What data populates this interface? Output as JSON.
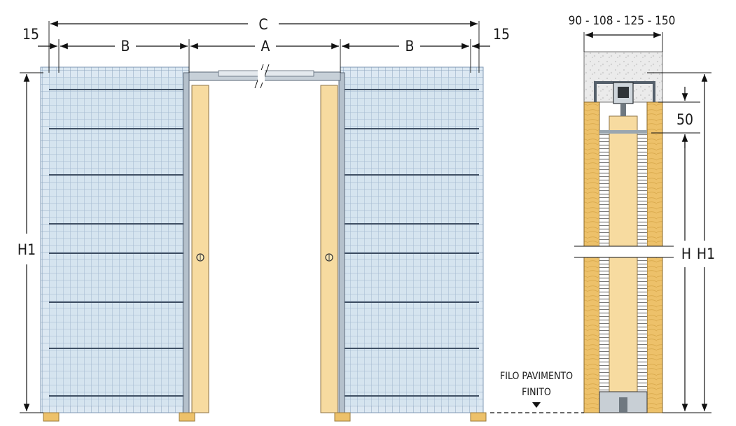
{
  "labels": {
    "c": "C",
    "a": "A",
    "b_left": "B",
    "b_right": "B",
    "gap_left": "15",
    "gap_right": "15",
    "h1_left": "H1",
    "wall_widths": "90 - 108 - 125 - 150",
    "top_clearance": "50",
    "h_right": "H",
    "h1_right": "H1",
    "floor_line_1": "FILO PAVIMENTO",
    "floor_line_2": "FINITO"
  },
  "colors": {
    "mesh": "#8fa7c2",
    "mesh_fill": "#d7e6f1",
    "door_wood": "#f7dba0",
    "jamb_wood": "#edc16a",
    "metal": "#b7c2cc",
    "plaster": "#e8e8e8",
    "dimension": "#111111"
  }
}
